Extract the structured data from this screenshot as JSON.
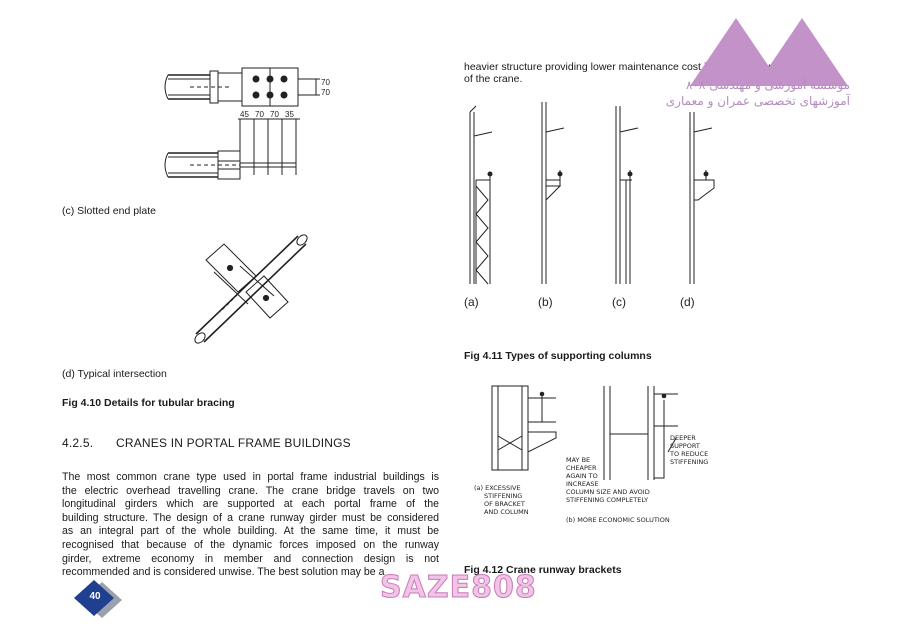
{
  "left_column": {
    "fig_c_label": "(c) Slotted end plate",
    "fig_c_dims": {
      "top_right_1": "70",
      "top_right_2": "70",
      "bottom_1": "45",
      "bottom_2": "70",
      "bottom_3": "70",
      "bottom_4": "35"
    },
    "fig_d_label": "(d) Typical intersection",
    "fig_4_10_title": "Fig 4.10 Details for tubular bracing",
    "section_number": "4.2.5.",
    "section_title": "CRANES IN PORTAL FRAME BUILDINGS",
    "paragraph_lines": [
      "The most common crane type used in portal frame industrial buildings is",
      "the electric overhead travelling crane. The crane bridge travels on two",
      "longitudinal girders which are supported at each portal frame of the",
      "building structure. The design of a crane runway girder must be considered",
      "as an integral part of the whole building. At the same time, it must be",
      "recognised that because of the dynamic forces imposed on the runway",
      "girder, extreme economy in member and connection design is not",
      "recommended and is considered unwise.  The best solution may be a"
    ]
  },
  "right_column": {
    "intro_line_1": "heavier structure providing lower maintenance cost in the future operation",
    "intro_line_2": "of the crane.",
    "fig_4_11_labels": [
      "(a)",
      "(b)",
      "(c)",
      "(d)"
    ],
    "fig_4_11_title": "Fig 4.11 Types of supporting columns",
    "fig_4_12": {
      "a_caption_lines": [
        "(a) EXCESSIVE",
        "STIFFENING",
        "OF BRACKET",
        "AND COLUMN"
      ],
      "may_be_lines": [
        "MAY BE",
        "CHEAPER",
        "AGAIN TO",
        "INCREASE",
        "COLUMN SIZE AND AVOID",
        "STIFFENING COMPLETELY"
      ],
      "deeper_lines": [
        "DEEPER",
        "SUPPORT",
        "TO REDUCE",
        "STIFFENING"
      ],
      "b_caption": "(b) MORE ECONOMIC SOLUTION"
    },
    "fig_4_12_title": "Fig 4.12 Crane runway brackets"
  },
  "logo": {
    "line_1": "موسسه آموزشی و مهندسی ۸۰۸",
    "line_2": "آموزشهای تخصصی عمران و معماری",
    "color": "#c392c9"
  },
  "watermark": "SAZE808",
  "page_number": "40",
  "colors": {
    "page_badge": "#1f3f8f",
    "page_badge_shadow": "#9aa0ad",
    "watermark_fill": "#f0c3e7"
  }
}
